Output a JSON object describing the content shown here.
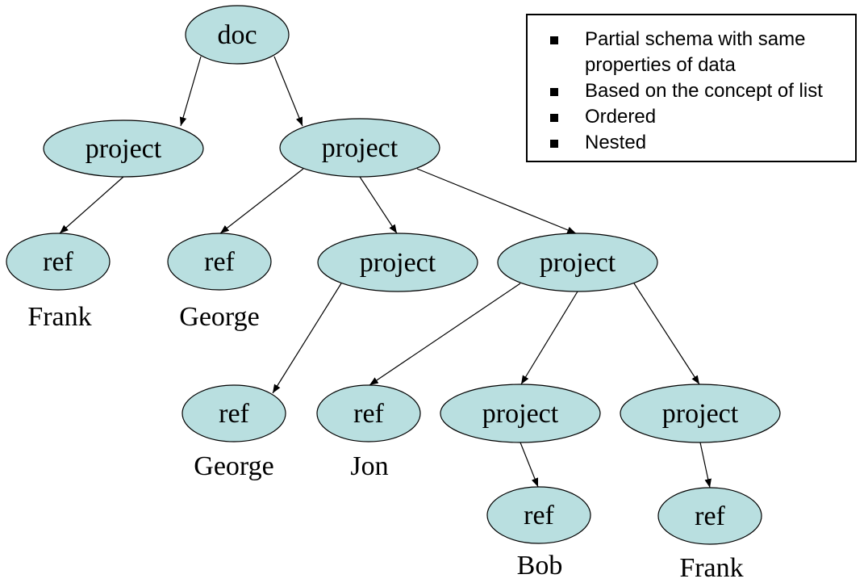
{
  "diagram": {
    "nodes": [
      {
        "id": "n_doc",
        "label": "doc"
      },
      {
        "id": "n_p1",
        "label": "project"
      },
      {
        "id": "n_p2",
        "label": "project"
      },
      {
        "id": "n_ref_frank1",
        "label": "ref"
      },
      {
        "id": "n_ref_george1",
        "label": "ref"
      },
      {
        "id": "n_p3",
        "label": "project"
      },
      {
        "id": "n_p4",
        "label": "project"
      },
      {
        "id": "n_ref_george2",
        "label": "ref"
      },
      {
        "id": "n_ref_jon",
        "label": "ref"
      },
      {
        "id": "n_p5",
        "label": "project"
      },
      {
        "id": "n_p6",
        "label": "project"
      },
      {
        "id": "n_ref_bob",
        "label": "ref"
      },
      {
        "id": "n_ref_frank2",
        "label": "ref"
      }
    ],
    "edges": [
      {
        "from": "n_doc",
        "to": "n_p1"
      },
      {
        "from": "n_doc",
        "to": "n_p2"
      },
      {
        "from": "n_p1",
        "to": "n_ref_frank1"
      },
      {
        "from": "n_p2",
        "to": "n_ref_george1"
      },
      {
        "from": "n_p2",
        "to": "n_p3"
      },
      {
        "from": "n_p2",
        "to": "n_p4"
      },
      {
        "from": "n_p3",
        "to": "n_ref_george2"
      },
      {
        "from": "n_p4",
        "to": "n_ref_jon"
      },
      {
        "from": "n_p4",
        "to": "n_p5"
      },
      {
        "from": "n_p4",
        "to": "n_p6"
      },
      {
        "from": "n_p5",
        "to": "n_ref_bob"
      },
      {
        "from": "n_p6",
        "to": "n_ref_frank2"
      }
    ],
    "leaf_values": [
      {
        "node": "n_ref_frank1",
        "text": "Frank"
      },
      {
        "node": "n_ref_george1",
        "text": "George"
      },
      {
        "node": "n_ref_george2",
        "text": "George"
      },
      {
        "node": "n_ref_jon",
        "text": "Jon"
      },
      {
        "node": "n_ref_bob",
        "text": "Bob"
      },
      {
        "node": "n_ref_frank2",
        "text": "Frank"
      }
    ],
    "colors": {
      "node_fill": "#b9dfe0",
      "stroke": "#000000"
    }
  },
  "legend": {
    "items": [
      "Partial schema with same properties of data",
      "Based on the concept of list",
      "Ordered",
      "Nested"
    ]
  }
}
